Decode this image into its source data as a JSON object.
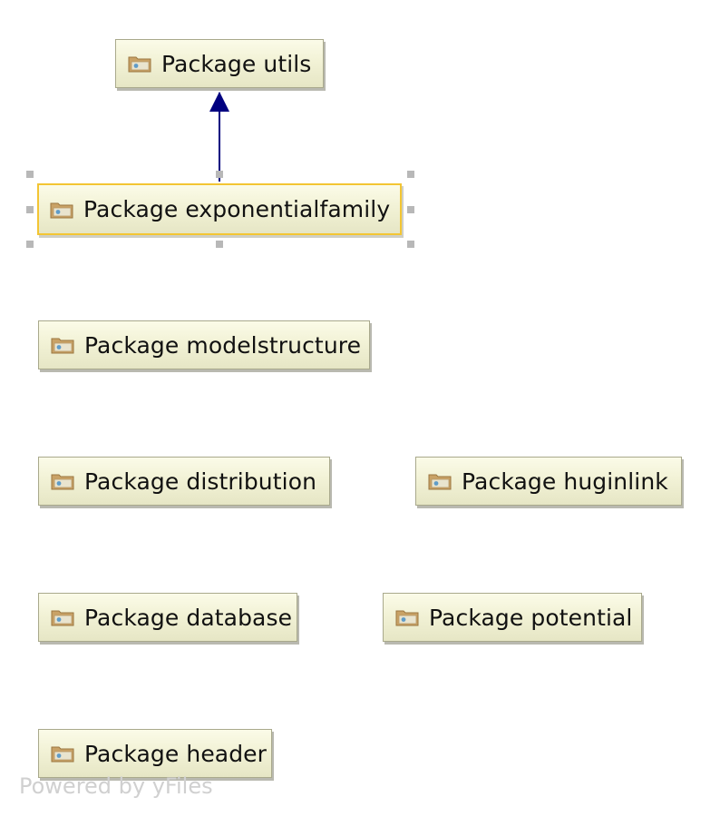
{
  "diagram": {
    "nodes": [
      {
        "id": "utils",
        "label": "Package utils",
        "selected": false
      },
      {
        "id": "exponentialfamily",
        "label": "Package exponentialfamily",
        "selected": true
      },
      {
        "id": "modelstructure",
        "label": "Package modelstructure",
        "selected": false
      },
      {
        "id": "distribution",
        "label": "Package distribution",
        "selected": false
      },
      {
        "id": "huginlink",
        "label": "Package huginlink",
        "selected": false
      },
      {
        "id": "database",
        "label": "Package database",
        "selected": false
      },
      {
        "id": "potential",
        "label": "Package potential",
        "selected": false
      },
      {
        "id": "header",
        "label": "Package header",
        "selected": false
      }
    ],
    "edges": [
      {
        "from": "exponentialfamily",
        "to": "utils",
        "arrow": "filled-triangle"
      }
    ],
    "node_icon": "package-folder-icon",
    "colors": {
      "edge": "#000080",
      "selection_border": "#f3c533",
      "node_fill": "#f2f2d6",
      "handle": "#b8b8b8"
    }
  },
  "watermark": "Powered by yFiles"
}
